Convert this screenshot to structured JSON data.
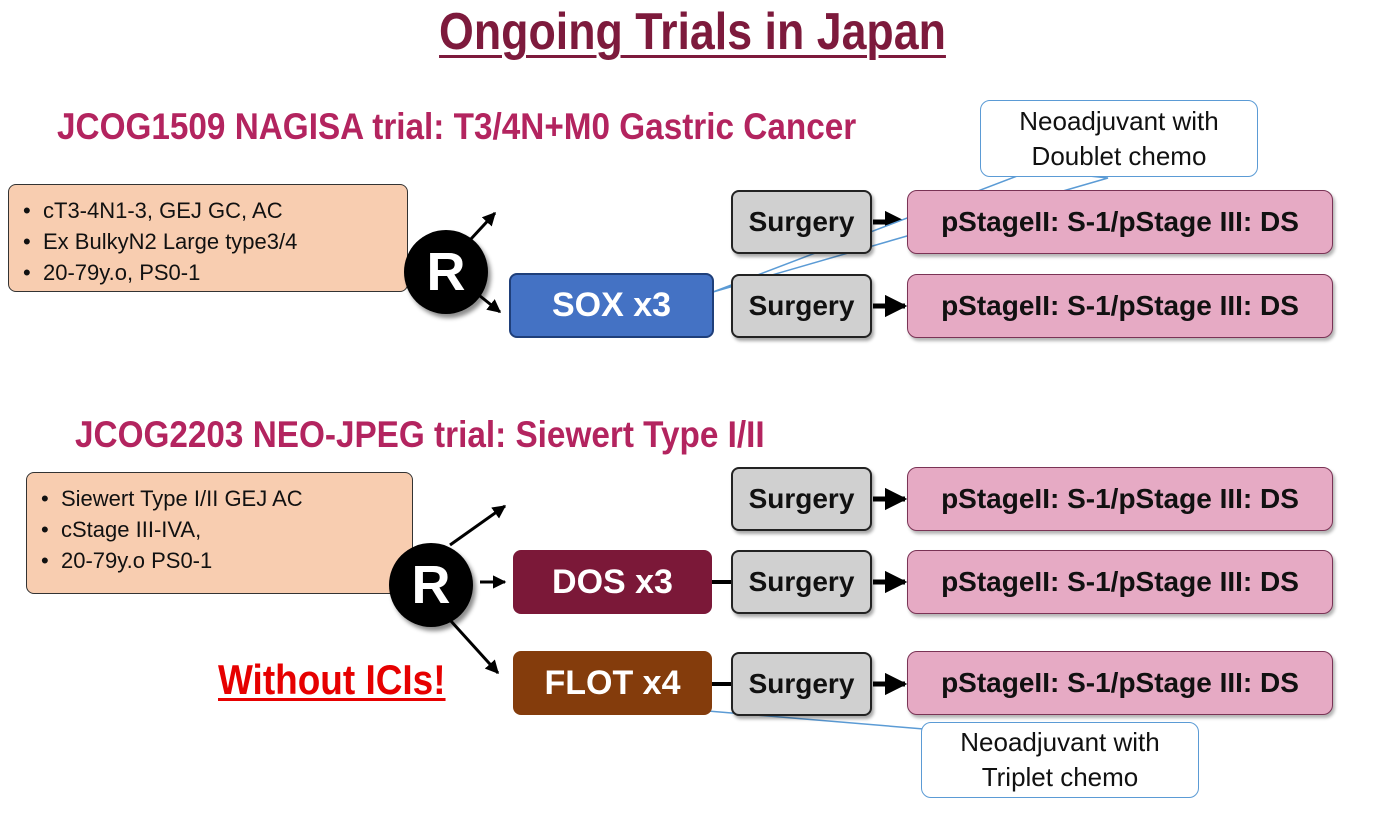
{
  "title": "Ongoing Trials in Japan",
  "trial1": {
    "title": "JCOG1509 NAGISA trial: T3/4N+M0 Gastric Cancer",
    "criteria": [
      "cT3-4N1-3, GEJ GC, AC",
      "Ex BulkyN2 Large type3/4",
      "20-79y.o, PS0-1"
    ],
    "randomize": "R",
    "arm1": {
      "surgery": "Surgery",
      "adjuvant": "pStageII: S-1/pStage III: DS"
    },
    "arm2": {
      "chemo": "SOX x3",
      "surgery": "Surgery",
      "adjuvant": "pStageII: S-1/pStage III: DS"
    },
    "callout": [
      "Neoadjuvant with",
      "Doublet chemo"
    ]
  },
  "trial2": {
    "title": "JCOG2203 NEO-JPEG trial: Siewert Type I/II",
    "criteria": [
      "Siewert Type I/II GEJ AC",
      "cStage III-IVA,",
      "20-79y.o PS0-1"
    ],
    "randomize": "R",
    "arm1": {
      "surgery": "Surgery",
      "adjuvant": "pStageII: S-1/pStage III: DS"
    },
    "arm2": {
      "chemo": "DOS x3",
      "surgery": "Surgery",
      "adjuvant": "pStageII: S-1/pStage III: DS"
    },
    "arm3": {
      "chemo": "FLOT x4",
      "surgery": "Surgery",
      "adjuvant": "pStageII: S-1/pStage III: DS"
    },
    "callout": [
      "Neoadjuvant with",
      "Triplet chemo"
    ],
    "note": "Without ICIs!"
  },
  "colors": {
    "title": "#7d1a3c",
    "trial_title": "#b3245f",
    "criteria_fill": "#f8cdb0",
    "surgery_fill": "#d0d0d0",
    "pstage_fill": "#e6aac4",
    "sox_fill": "#4472c4",
    "dos_fill": "#7b1838",
    "flot_fill": "#843c0c",
    "callout_border": "#5b9bd5",
    "warning": "#e60000"
  }
}
